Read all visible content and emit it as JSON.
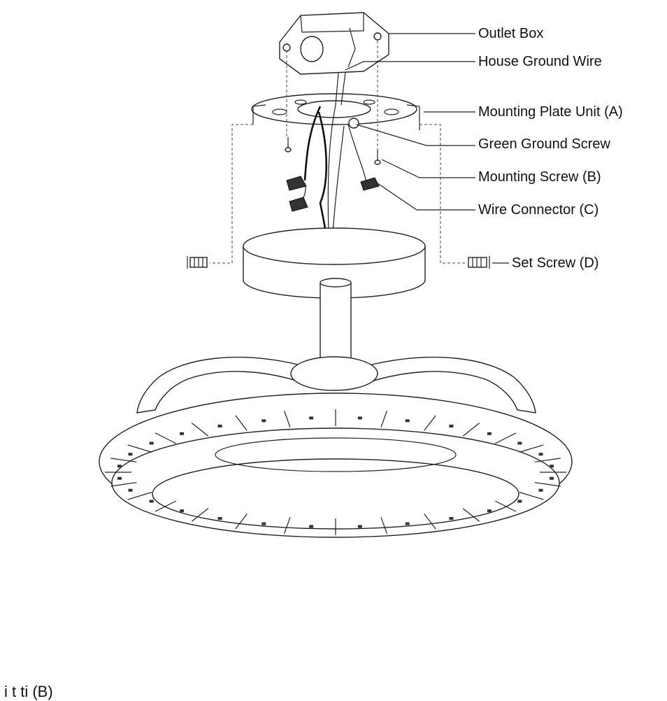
{
  "labels": {
    "outlet_box": "Outlet Box",
    "house_ground_wire": "House Ground Wire",
    "mounting_plate": "Mounting Plate Unit (A)",
    "green_ground_screw": "Green Ground Screw",
    "mounting_screw": "Mounting Screw (B)",
    "wire_connector": "Wire Connector (C)",
    "set_screw": "Set Screw (D)"
  },
  "caption_fragment": "i    t         ti                (B)"
}
